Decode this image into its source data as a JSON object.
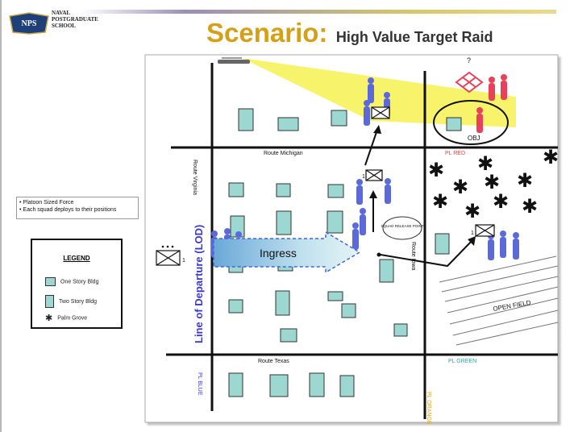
{
  "header": {
    "school_lines": [
      "NAVAL",
      "POSTGRADUATE",
      "SCHOOL"
    ],
    "logo_text": "NPS",
    "title_main": "Scenario:",
    "title_sub": "High Value Target Raid"
  },
  "notes": [
    "• Platoon Sized Force",
    "• Each squad deploys to their positions"
  ],
  "legend": {
    "title": "LEGEND",
    "items": [
      {
        "label": "One Story Bldg",
        "icon": "one-story-bldg-icon"
      },
      {
        "label": "Two Story Bldg",
        "icon": "two-story-bldg-icon"
      },
      {
        "label": "Palm Grove",
        "icon": "palm-tree-icon"
      }
    ]
  },
  "map": {
    "routes": {
      "michigan": "Route Michigan",
      "virginia": "Route Virginia",
      "texas": "Route Texas",
      "iowa": "Route Iowa"
    },
    "phase_lines": {
      "red": "PL RED",
      "green": "PL GREEN",
      "blue": "PL BLUE",
      "orange": "PL ORANGE"
    },
    "lod": "Line of Departure (LOD)",
    "ingress": "Ingress",
    "objective": "OBJ",
    "release_point": "SQUAD RELEASE POINT",
    "unknown_marker": "?",
    "unit_numbers": {
      "platoon": "1",
      "squad_north": "1",
      "squad_east": "1"
    },
    "open_field": "OPEN FIELD"
  },
  "colors": {
    "title": "#d4a017",
    "building_fill": "#9dd7d2",
    "friendly": "#5b6ad8",
    "enemy": "#e8415a",
    "sensor_cone": "#f4f03a",
    "pl_red": "#e04040",
    "pl_green": "#2aa6a0",
    "pl_blue": "#3a3ad0",
    "pl_orange": "#e0a020"
  }
}
